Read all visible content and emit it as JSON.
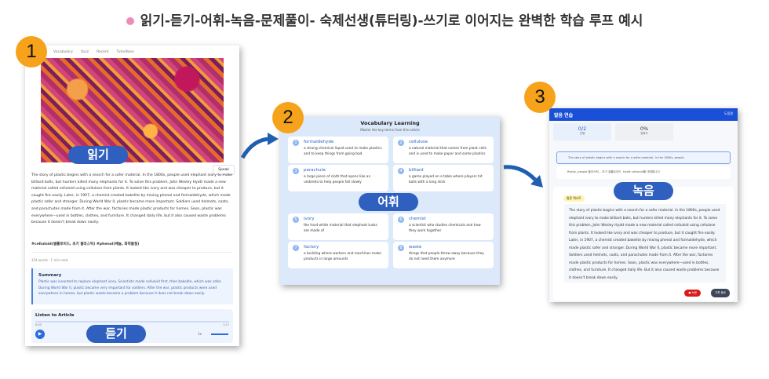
{
  "title": "읽기-듣기-어휘-녹음-문제풀이- 숙제선생(튜터링)-쓰기로 이어지는 완벽한 학습 루프 예시",
  "colors": {
    "badge": "#f7a21b",
    "pill": "#2f5fbf",
    "header_blue": "#1a4fd8",
    "accent_pink": "#f08ab8"
  },
  "badges": [
    "1",
    "2",
    "3"
  ],
  "panel1": {
    "nav": [
      "Vocabulary",
      "Quiz",
      "Recent",
      "TutorBase"
    ],
    "pill_reading": "읽기",
    "pill_listening": "듣기",
    "speak_button": "Speak",
    "article": "The story of plastic begins with a search for a safer material. In the 1800s, people used elephant ivory to make billiard balls, but hunters killed many elephants for it. To solve this problem, John Wesley Hyatt made a new material called celluloid using cellulose from plants. It looked like ivory and was cheaper to produce, but it caught fire easily. Later, in 1907, a chemist created bakelite by mixing phenol and formaldehyde, which made plastic safer and stronger. During World War II, plastic became more important. Soldiers used helmets, coats, and parachutes made from it. After the war, factories made plastic products for homes. Soon, plastic was everywhere—used in bottles, clothes, and furniture. It changed daily life, but it also caused waste problems because it doesn't break down easily.",
    "tags": "#celluloid(셀룰로이드, 초기 플라스틱) #phenol(페놀, 화학물질)",
    "meta": "154 words · 1 min read",
    "summary_title": "Summary",
    "summary": "Plastic was invented to replace elephant ivory. Scientists made celluloid first, then bakelite, which was safer. During World War II, plastic became very important for soldiers. After the war, plastic products were used everywhere in homes, but plastic waste became a problem because it does not break down easily.",
    "listen_title": "Listen to Article",
    "time_start": "0:00",
    "time_end": "1:17",
    "speed": "1x"
  },
  "panel2": {
    "title": "Vocabulary Learning",
    "subtitle": "Master the key terms from this article",
    "pill": "어휘",
    "words": [
      {
        "n": "1",
        "word": "formaldehyde",
        "def": "a strong chemical liquid used to make plastics and to keep things from going bad"
      },
      {
        "n": "2",
        "word": "cellulose",
        "def": "a natural material that comes from plant cells and is used to make paper and some plastics"
      },
      {
        "n": "3",
        "word": "parachute",
        "def": "a large piece of cloth that opens like an umbrella to help people fall slowly"
      },
      {
        "n": "4",
        "word": "billiard",
        "def": "a game played on a table where players hit balls with a long stick"
      },
      {
        "n": "5",
        "word": "ivory",
        "def": "the hard white material that elephant tusks are made of"
      },
      {
        "n": "6",
        "word": "chemist",
        "def": "a scientist who studies chemicals and how they work together"
      },
      {
        "n": "7",
        "word": "factory",
        "def": "a building where workers and machines make products in large amounts"
      },
      {
        "n": "8",
        "word": "waste",
        "def": "things that people throw away because they do not need them anymore"
      }
    ]
  },
  "panel3": {
    "header": "발음 연습",
    "header_right": "도움말",
    "stats": [
      {
        "value": "0/2",
        "label": "진행"
      },
      {
        "value": "0%",
        "label": "정확도"
      }
    ],
    "sentences": [
      "The story of plastic begins with a search for a safer material. In the 1800s, people",
      "Really, people 플라스틱... 초기 셀룰로이드, Hyatt celluloid를 대체합니다"
    ],
    "pill": "녹음",
    "tag": "원문 텍스트",
    "passage": "The story of plastic begins with a search for a safer material. In the 1800s, people used elephant ivory to make billiard balls, but hunters killed many elephants for it. To solve this problem, John Wesley Hyatt made a new material called celluloid using cellulose from plants. It looked like ivory and was cheaper to produce, but it caught fire easily. Later, in 1907, a chemist created bakelite by mixing phenol and formaldehyde, which made plastic safer and stronger. During World War II, plastic became more important. Soldiers used helmets, coats, and parachutes made from it. After the war, factories made plastic products for homes. Soon, plastic was everywhere—used in bottles, clothes, and furniture. It changed daily life. But it also caused waste problems because it doesn't break down easily.",
    "record_button": "● 녹음",
    "stop_button": "기록 종료"
  }
}
